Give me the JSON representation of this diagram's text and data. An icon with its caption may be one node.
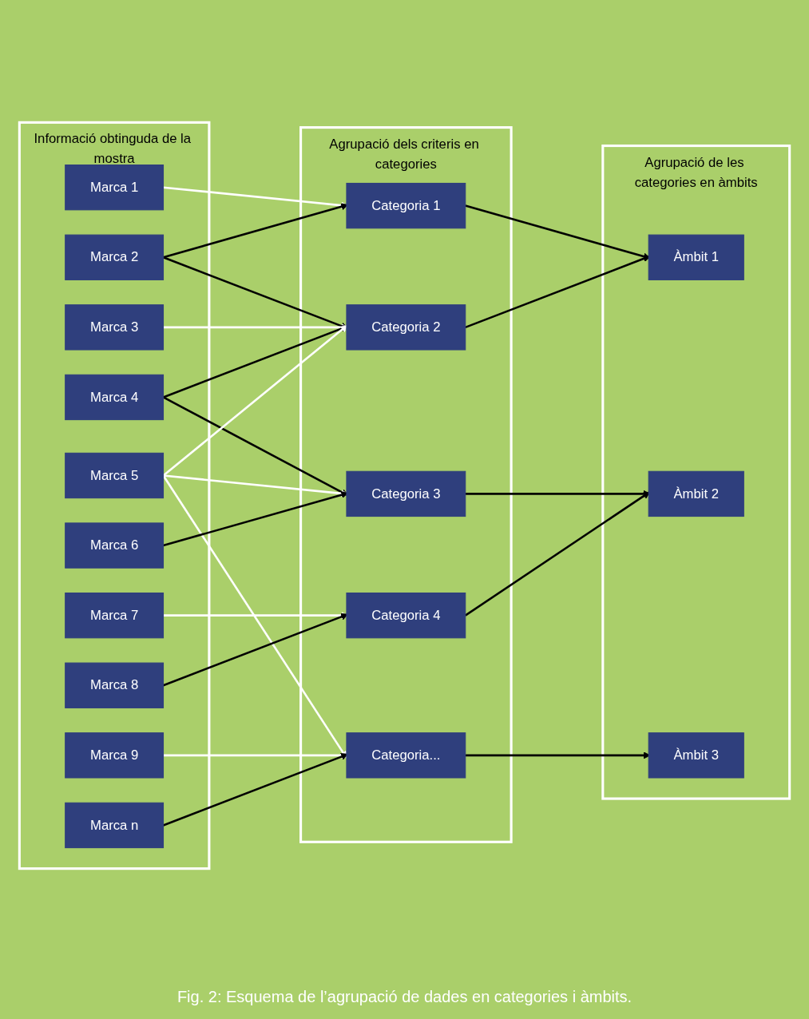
{
  "diagram": {
    "caption": "Fig. 2: Esquema de l’agrupació de dades en categories i àmbits.",
    "nodes": [
      {
        "text": [
          "Informació obtinguda de la mostra"
        ]
      },
      {
        "text": [
          "Marca 1"
        ],
        "in": 0
      },
      {
        "text": [
          "Marca 2"
        ],
        "in": 0
      },
      {
        "text": [
          "Marca 3"
        ],
        "in": 0
      },
      {
        "text": [
          "Marca 4"
        ],
        "in": 0
      },
      {
        "text": [
          "Marca 5"
        ],
        "in": 0
      },
      {
        "text": [
          "Marca 6"
        ],
        "in": 0
      },
      {
        "text": [
          "Marca 7"
        ],
        "in": 0
      },
      {
        "text": [
          "Marca 8"
        ],
        "in": 0
      },
      {
        "text": [
          "Marca 9"
        ],
        "in": 0
      },
      {
        "text": [
          "Marca n"
        ],
        "in": 0
      },
      {
        "text": [
          "Agrupació dels criteris en categories"
        ]
      },
      {
        "text": [
          "Categoria 1"
        ],
        "in": 11
      },
      {
        "text": [
          "Categoria 2"
        ],
        "in": 11
      },
      {
        "text": [
          "Categoria 3"
        ],
        "in": 11
      },
      {
        "text": [
          "Categoria 4"
        ],
        "in": 11
      },
      {
        "text": [
          "Categoria..."
        ],
        "in": 11
      },
      {
        "text": [
          "Agrupació de les categories en àmbits"
        ]
      },
      {
        "text": [
          "Àmbit 1"
        ],
        "in": 17
      },
      {
        "text": [
          "Àmbit 2"
        ],
        "in": 17
      },
      {
        "text": [
          "Àmbit 3"
        ],
        "in": 17
      }
    ],
    "edges": [
      {
        "from": 1,
        "to": 12,
        "arrow": "to",
        "color": "#ffffff"
      },
      {
        "from": 2,
        "to": 12,
        "arrow": "to"
      },
      {
        "from": 2,
        "to": 13,
        "arrow": "to"
      },
      {
        "from": 3,
        "to": 13,
        "arrow": "to",
        "color": "#ffffff"
      },
      {
        "from": 4,
        "to": 13,
        "arrow": "to"
      },
      {
        "from": 4,
        "to": 14,
        "arrow": "to"
      },
      {
        "from": 5,
        "to": 13,
        "arrow": "to",
        "color": "#ffffff"
      },
      {
        "from": 5,
        "to": 14,
        "arrow": "to",
        "color": "#ffffff"
      },
      {
        "from": 5,
        "to": 16,
        "arrow": "to",
        "color": "#ffffff"
      },
      {
        "from": 6,
        "to": 14,
        "arrow": "to"
      },
      {
        "from": 7,
        "to": 15,
        "arrow": "to",
        "color": "#ffffff"
      },
      {
        "from": 8,
        "to": 15,
        "arrow": "to"
      },
      {
        "from": 9,
        "to": 16,
        "arrow": "to",
        "color": "#ffffff"
      },
      {
        "from": 10,
        "to": 16,
        "arrow": "to"
      },
      {
        "from": 12,
        "to": 18,
        "arrow": "to"
      },
      {
        "from": 13,
        "to": 18,
        "arrow": "to"
      },
      {
        "from": 14,
        "to": 19,
        "arrow": "to"
      },
      {
        "from": 15,
        "to": 19,
        "arrow": "to"
      },
      {
        "from": 16,
        "to": 20,
        "arrow": "to"
      }
    ]
  }
}
